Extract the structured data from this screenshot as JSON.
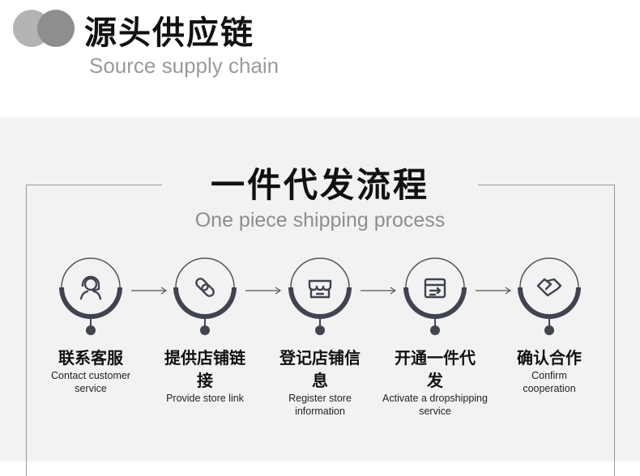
{
  "header": {
    "title": "源头供应链",
    "subtitle": "Source supply chain"
  },
  "section": {
    "title": "一件代发流程",
    "subtitle": "One piece shipping process"
  },
  "steps": [
    {
      "cn": "联系客服",
      "en": "Contact customer service",
      "icon": "customer-service-icon"
    },
    {
      "cn": "提供店铺链接",
      "en": "Provide store link",
      "icon": "link-icon"
    },
    {
      "cn": "登记店铺信息",
      "en": "Register store information",
      "icon": "store-icon"
    },
    {
      "cn": "开通一件代发",
      "en": "Activate a dropshipping service",
      "icon": "box-icon"
    },
    {
      "cn": "确认合作",
      "en": "Confirm cooperation",
      "icon": "handshake-icon"
    }
  ],
  "colors": {
    "accent": "#3f4450",
    "bg": "#f2f2f2"
  }
}
